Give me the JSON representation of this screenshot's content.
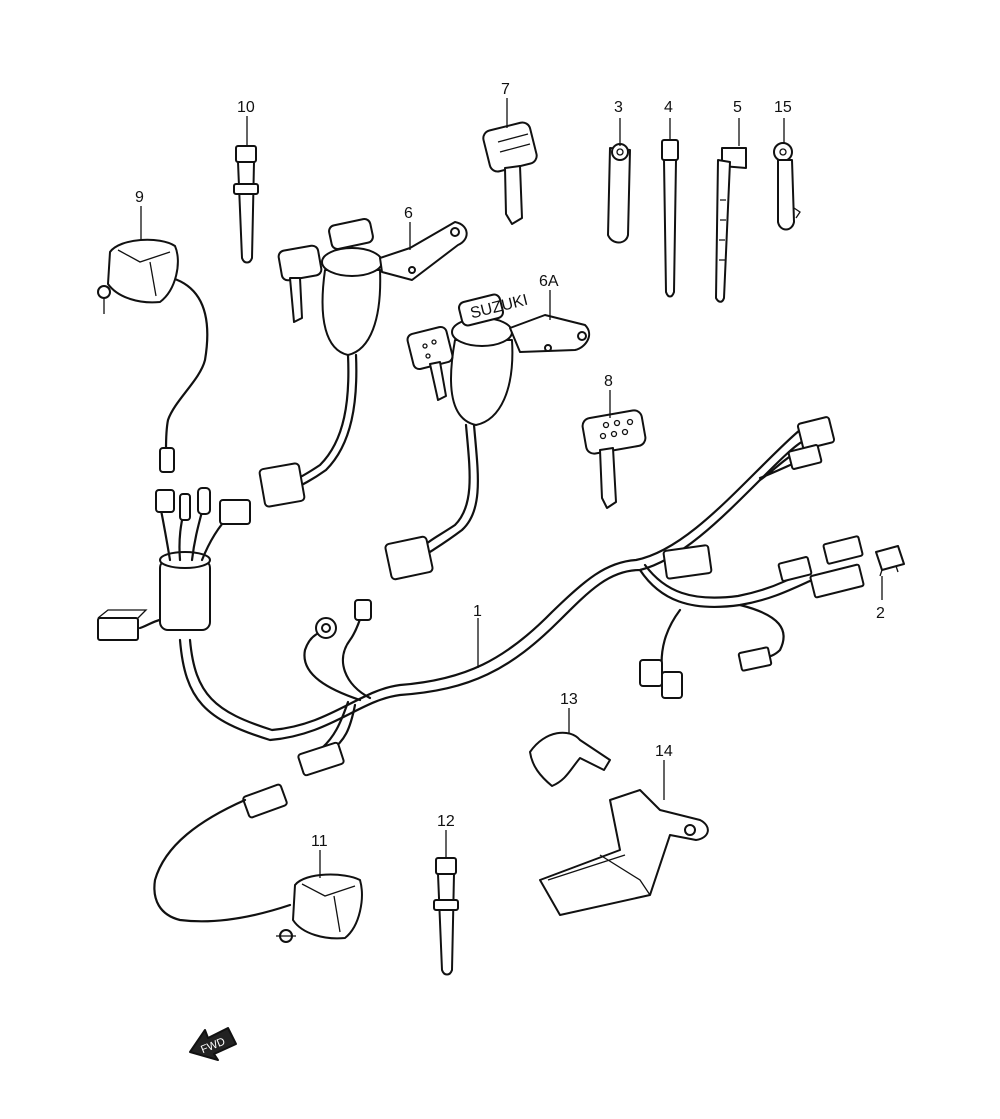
{
  "callouts": [
    {
      "id": "c1",
      "label": "1"
    },
    {
      "id": "c2",
      "label": "2"
    },
    {
      "id": "c3",
      "label": "3"
    },
    {
      "id": "c4",
      "label": "4"
    },
    {
      "id": "c5",
      "label": "5"
    },
    {
      "id": "c6",
      "label": "6"
    },
    {
      "id": "c6a",
      "label": "6A"
    },
    {
      "id": "c7",
      "label": "7"
    },
    {
      "id": "c8",
      "label": "8"
    },
    {
      "id": "c9",
      "label": "9"
    },
    {
      "id": "c10",
      "label": "10"
    },
    {
      "id": "c11",
      "label": "11"
    },
    {
      "id": "c12",
      "label": "12"
    },
    {
      "id": "c13",
      "label": "13"
    },
    {
      "id": "c14",
      "label": "14"
    },
    {
      "id": "c15",
      "label": "15"
    }
  ],
  "key_brand": "SUZUKI",
  "direction": {
    "label": "FWD",
    "icon": "fwd-arrow-icon"
  }
}
